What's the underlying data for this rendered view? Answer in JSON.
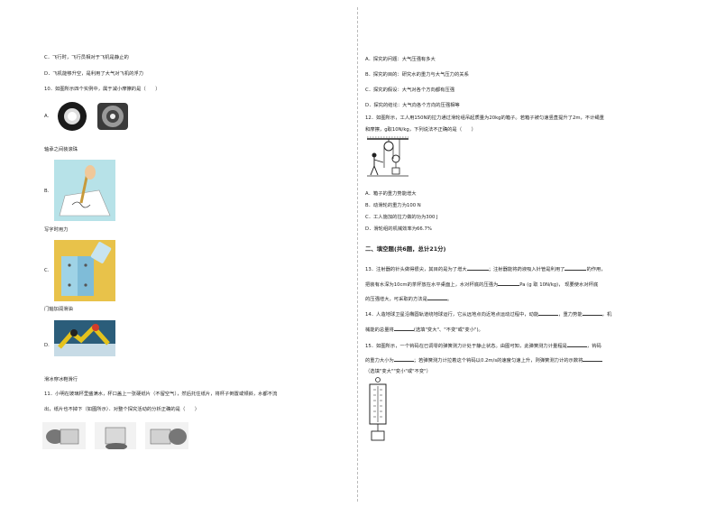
{
  "left": {
    "optC_plane": "C．飞行时，飞行员相对于飞机是静止的",
    "optD_plane": "D．飞机能够升空，是利用了大气对飞机的浮力",
    "q10_stem": "10．如图所示四个实例中，属于减小摩擦的是（　　）",
    "q10_A_label": "A.",
    "q10_A_caption": "轴承之间装滚珠",
    "q10_B_label": "B.",
    "q10_B_caption": "写字时用力",
    "q10_C_label": "C.",
    "q10_C_caption": "门轴加润滑油",
    "q10_D_label": "D.",
    "q10_D_caption": "滑冰穿冰鞋滑行",
    "q11_line1": "11．小明在玻璃杯里盛满水，杯口盖上一张硬纸片（不留空气），然后托住纸片，将杯子倒置或倾斜，水都不流",
    "q11_line2": "出，纸片也不掉下（如图所示）．对整个探究活动的分析正确的是（　　）"
  },
  "right": {
    "q11_A": "A．探究的问题：大气压强有多大",
    "q11_B": "B．探究的目的：研究水的重力与大气压力的关系",
    "q11_C": "C．探究的假设：大气对各个方向都有压强",
    "q11_D": "D．探究的结论：大气向各个方向的压强相等",
    "q12_line1": "12．如图所示，工人用150N的拉力通过滑轮组吊起质量为20kg的箱子。若箱子被匀速竖直提升了2m，不计绳重",
    "q12_line2": "和摩擦，g取10N/kg，下列说法不正确的是（　　）",
    "q12_A": "A．箱子的重力势能增大",
    "q12_B": "B．动滑轮的重力为100 N",
    "q12_C": "C．工人施加的拉力做的功为300 J",
    "q12_D": "D．滑轮组的机械效率为66.7%",
    "section2": "二、填空题(共6题，总计21分)",
    "q13_line1a": "13．注射器的针头做得很尖，其目的是为了增大",
    "q13_line1b": "；注射器能将药液吸入针管是利用了",
    "q13_line1c": "的作用，",
    "q13_line2a": "把装有水深为10cm的茶杯放在水平桌面上，水对杯底的压强为",
    "q13_line2b": "Pa (g 取 10N/kg)，  现要使水对杯底",
    "q13_line3a": "的压强增大，可采取的方法是",
    "q13_line3b": "。",
    "q14_line1": "14．人造地球卫星沿椭圆轨道绕地球运行，它从远地点向近地点运动过程中，动能",
    "q14_line1b": "，重力势能",
    "q14_line1c": "，机",
    "q14_line2a": "械能的总量将",
    "q14_line2b": "(选填\"变大\"、\"不变\"或\"变小\")。",
    "q15_line1a": "15．如图所示，一个钩码在已调零的弹簧测力计处于静止状态。由图可知，此弹簧测力计量程是",
    "q15_line1b": "，钩码",
    "q15_line2a": "的重力大小为",
    "q15_line2b": "；若弹簧测力计拉着这个钩码以0.2m/s的速度匀速上升，则弹簧测力计的示数将",
    "q15_line3": "（选填\"变大\"\"变小\"或\"不变\"）"
  }
}
